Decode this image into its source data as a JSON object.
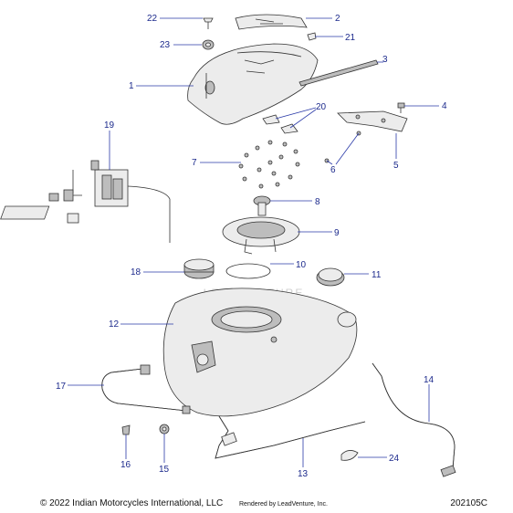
{
  "callouts": [
    {
      "num": "1"
    },
    {
      "num": "2"
    },
    {
      "num": "3"
    },
    {
      "num": "4"
    },
    {
      "num": "5"
    },
    {
      "num": "6"
    },
    {
      "num": "7"
    },
    {
      "num": "8"
    },
    {
      "num": "9"
    },
    {
      "num": "10"
    },
    {
      "num": "11"
    },
    {
      "num": "12"
    },
    {
      "num": "13"
    },
    {
      "num": "14"
    },
    {
      "num": "15"
    },
    {
      "num": "16"
    },
    {
      "num": "17"
    },
    {
      "num": "18"
    },
    {
      "num": "19"
    },
    {
      "num": "20"
    },
    {
      "num": "21"
    },
    {
      "num": "22"
    },
    {
      "num": "23"
    },
    {
      "num": "24"
    }
  ],
  "watermark": "LEADVENTURE",
  "footer": {
    "copyright": "© 2022 Indian Motorcycles International, LLC",
    "rendered_by": "Rendered by LeadVenture, Inc.",
    "diagram_code": "202105C"
  },
  "colors": {
    "callout": "#1c2a8c",
    "leader": "#2a3aa8",
    "part_fill": "#ececec",
    "outline": "#333333"
  }
}
